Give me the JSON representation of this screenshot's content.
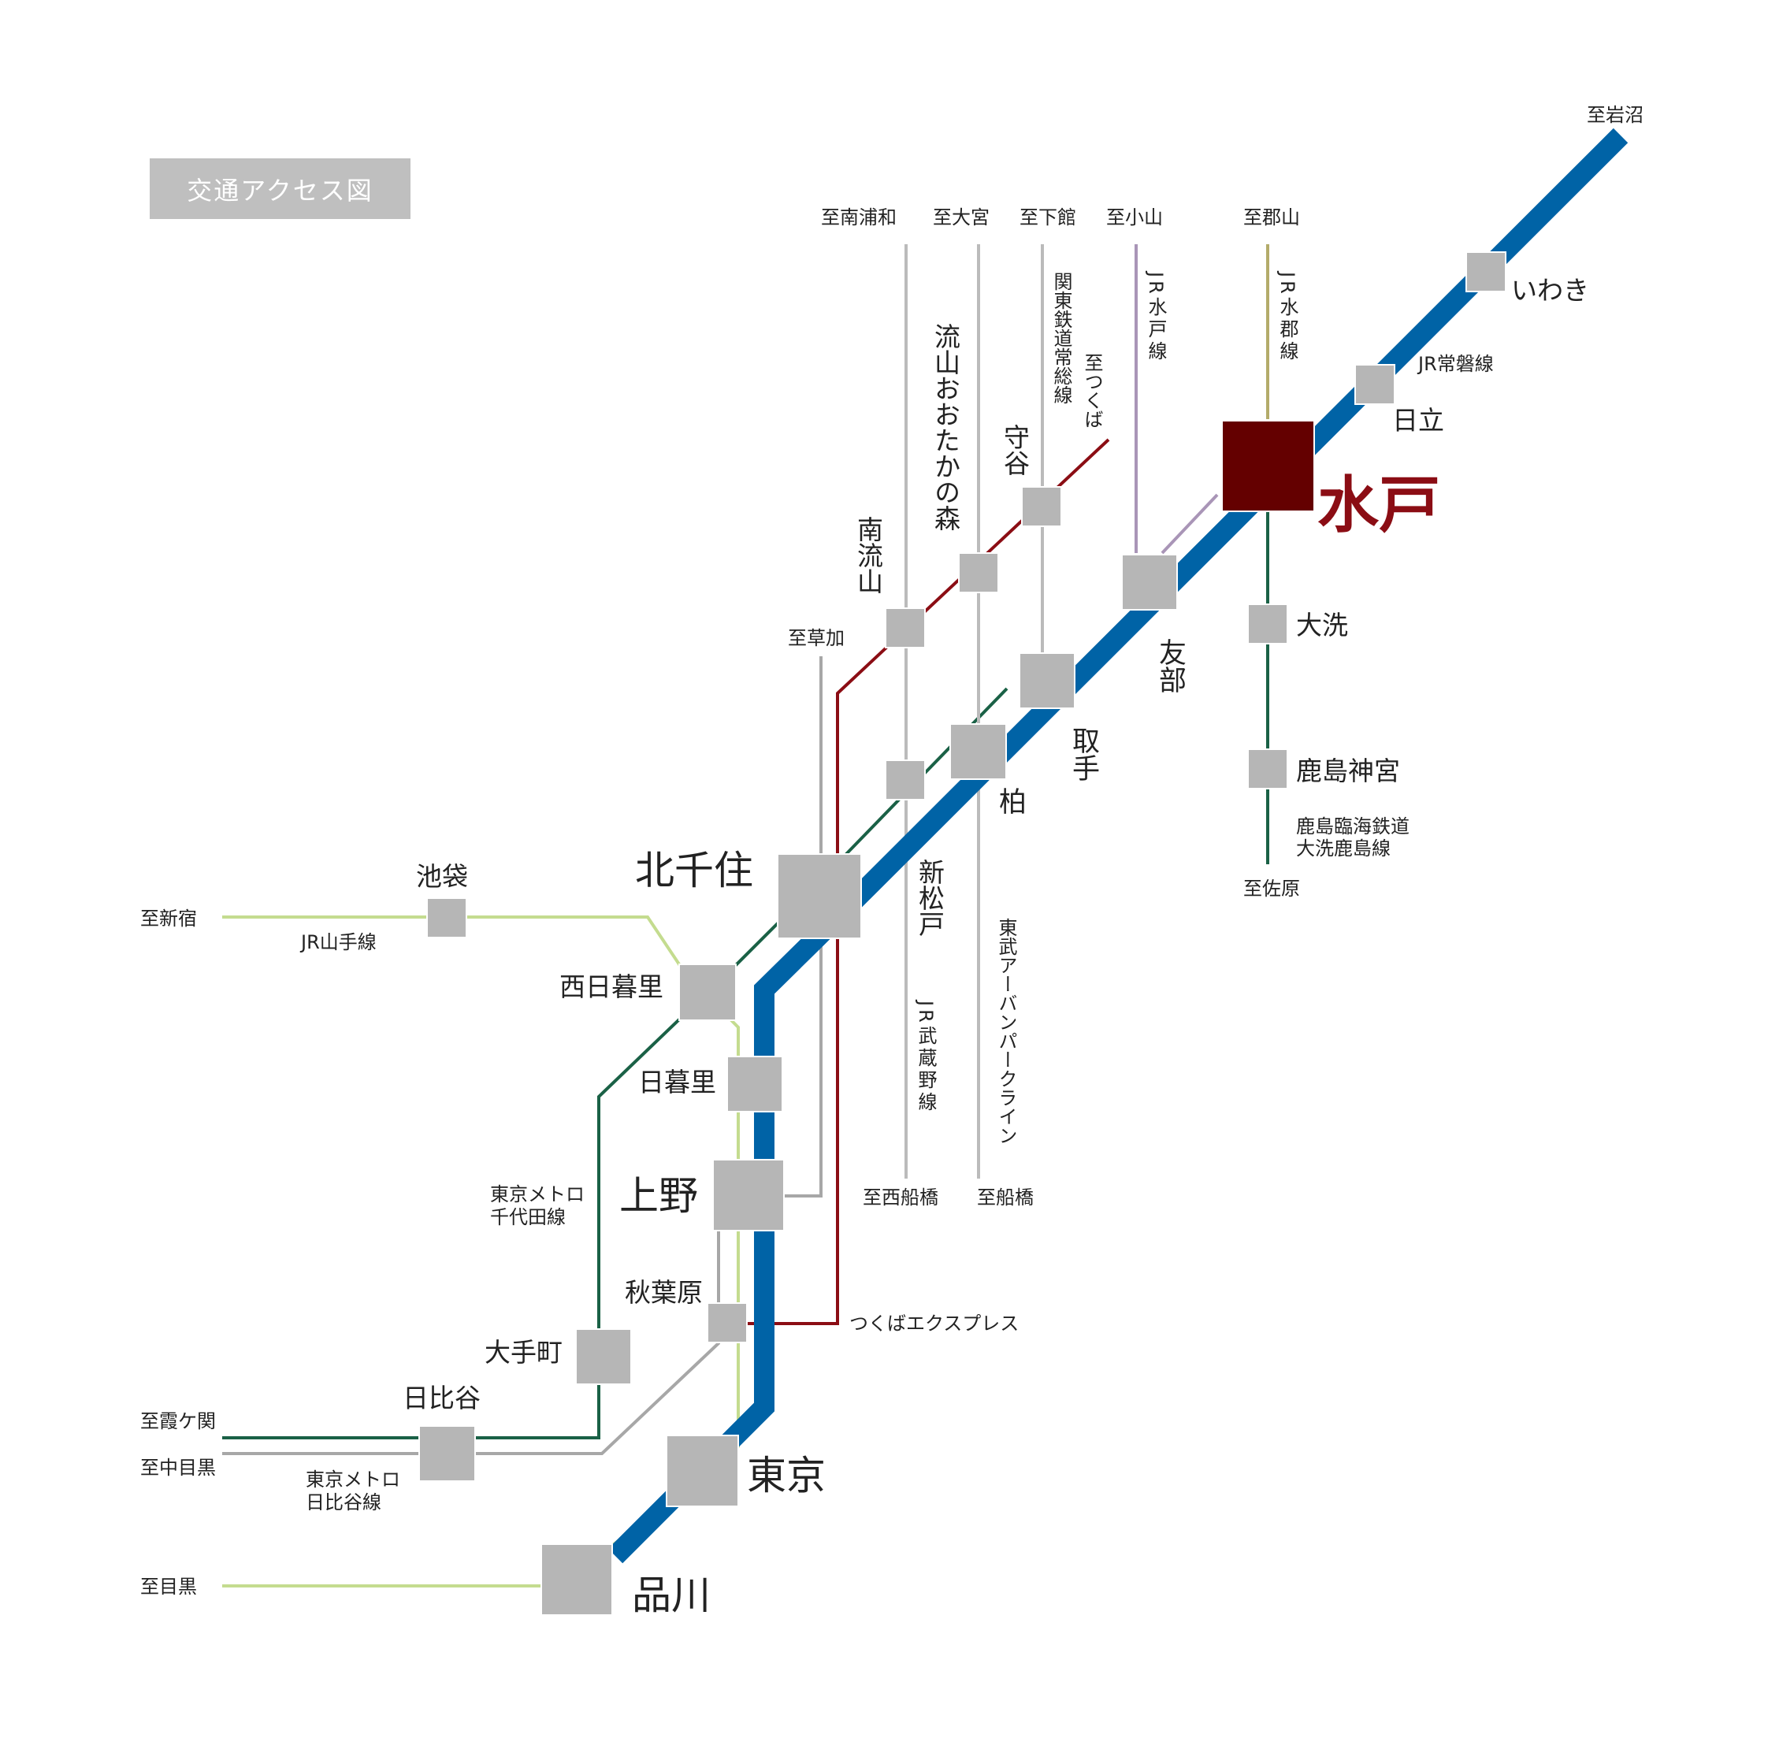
{
  "title": "交通アクセス図",
  "colors": {
    "jr_joban": "#0063a6",
    "mito_station": "#640000",
    "station_box": "#b6b6b6",
    "tsukuba_express": "#8b0d14",
    "chiyoda": "#1a6146",
    "hibiya": "#a7a7a7",
    "yamanote": "#c4dc8f",
    "mito_line": "#a995b7",
    "suigun": "#b3ab6a",
    "kashima": "#1a6146",
    "tobu": "#bbbbbb",
    "musashino": "#bbbbbb",
    "joso": "#bbbbbb",
    "keisei": "#a7a7a7"
  },
  "stations": {
    "mito": "水戸",
    "iwaki": "いわき",
    "hitachi": "日立",
    "tomobe": "友部",
    "toride": "取手",
    "kashiwa": "柏",
    "kitasenju": "北千住",
    "nishinippori": "西日暮里",
    "nippori": "日暮里",
    "ueno": "上野",
    "akihabara": "秋葉原",
    "tokyo": "東京",
    "shinagawa": "品川",
    "otemachi": "大手町",
    "hibiya": "日比谷",
    "ikebukuro": "池袋",
    "oarai": "大洗",
    "kashimajingu": "鹿島神宮",
    "moriya": "守谷",
    "nagareyama_otakanomori": "流山おおたかの森",
    "minami_nagareyama": "南流山",
    "shinmatsudo": "新松戸"
  },
  "destinations": {
    "iwanuma": "至岩沼",
    "koriyama": "至郡山",
    "oyama": "至小山",
    "shimodate": "至下館",
    "omiya": "至大宮",
    "minami_urawa": "至南浦和",
    "tsukuba": "至つくば",
    "soka": "至草加",
    "nishifunabashi": "至西船橋",
    "funabashi": "至船橋",
    "sawara": "至佐原",
    "shinjuku": "至新宿",
    "kasumigaseki": "至霞ケ関",
    "nakameguro": "至中目黒",
    "meguro": "至目黒"
  },
  "lines": {
    "joban": "JR常磐線",
    "suigun": "JR水郡線",
    "mito_line": "JR水戸線",
    "kanto_joso": "関東鉄道常総線",
    "musashino": "JR武蔵野線",
    "tobu_urban": "東武アーバンパークライン",
    "kashima_rinkai": "鹿島臨海鉄道",
    "oarai_kashima": "大洗鹿島線",
    "yamanote": "JR山手線",
    "chiyoda": "東京メトロ",
    "chiyoda_name": "千代田線",
    "hibiya": "東京メトロ",
    "hibiya_name": "日比谷線",
    "tsukuba_express": "つくばエクスプレス"
  }
}
